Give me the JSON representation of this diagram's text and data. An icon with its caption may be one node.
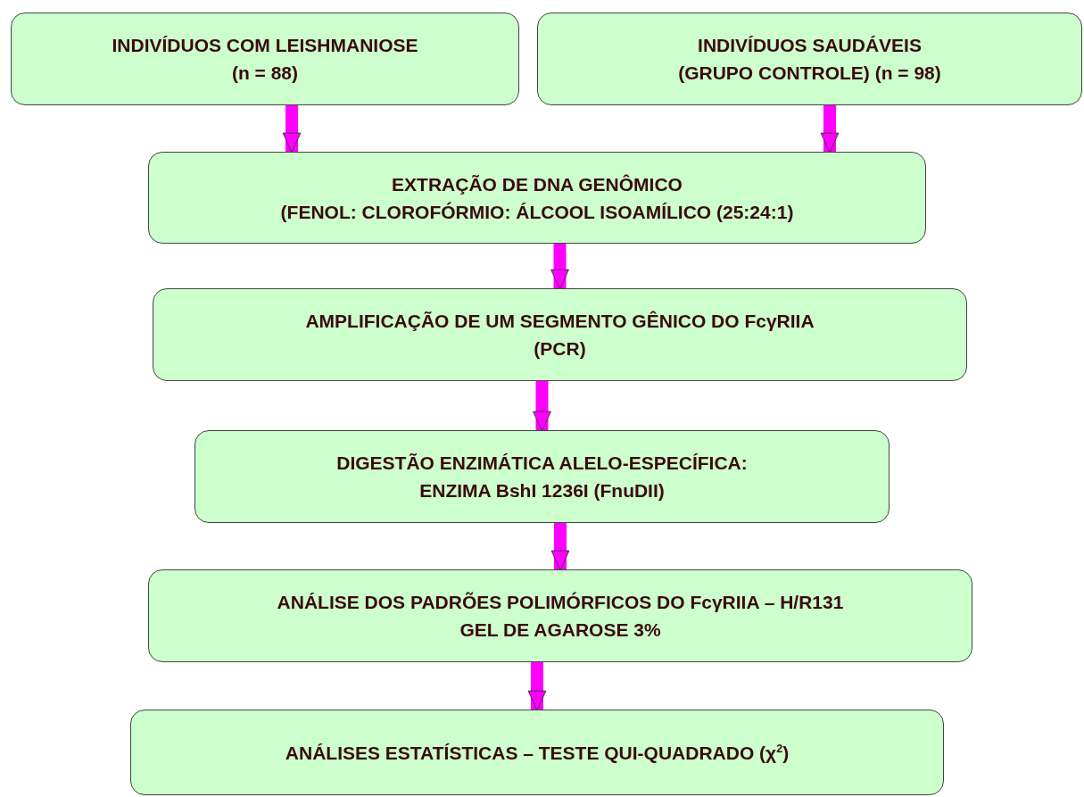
{
  "diagram": {
    "nodes": [
      {
        "text": [
          "INDIVÍDUOS COM LEISHMANIOSE",
          "(n = 88)"
        ]
      },
      {
        "text": [
          "INDIVÍDUOS SAUDÁVEIS",
          "(GRUPO CONTROLE) (n = 98)"
        ]
      },
      {
        "text": [
          "EXTRAÇÃO DE DNA GENÔMICO",
          "(FENOL: CLOROFÓRMIO: ÁLCOOL ISOAMÍLICO (25:24:1)"
        ]
      },
      {
        "text": [
          "AMPLIFICAÇÃO DE UM SEGMENTO GÊNICO DO FcγRIIA",
          "(PCR)"
        ]
      },
      {
        "text": [
          "DIGESTÃO ENZIMÁTICA ALELO-ESPECÍFICA:",
          "ENZIMA BshI 1236I (FnuDII)"
        ]
      },
      {
        "text": [
          "ANÁLISE DOS PADRÕES POLIMÓRFICOS DO FcγRIIA – H/R131",
          "GEL DE AGAROSE 3%"
        ]
      },
      {
        "text": [
          "ANÁLISES ESTATÍSTICAS – TESTE QUI-QUADRADO (χ$^{2}$)"
        ]
      }
    ],
    "edges": [
      {
        "from": 0,
        "to": 2,
        "arrow": "to"
      },
      {
        "from": 1,
        "to": 2,
        "arrow": "to"
      },
      {
        "from": 2,
        "to": 3,
        "arrow": "to"
      },
      {
        "from": 3,
        "to": 4,
        "arrow": "to"
      },
      {
        "from": 4,
        "to": 5,
        "arrow": "to"
      },
      {
        "from": 5,
        "to": 6,
        "arrow": "to"
      }
    ]
  }
}
